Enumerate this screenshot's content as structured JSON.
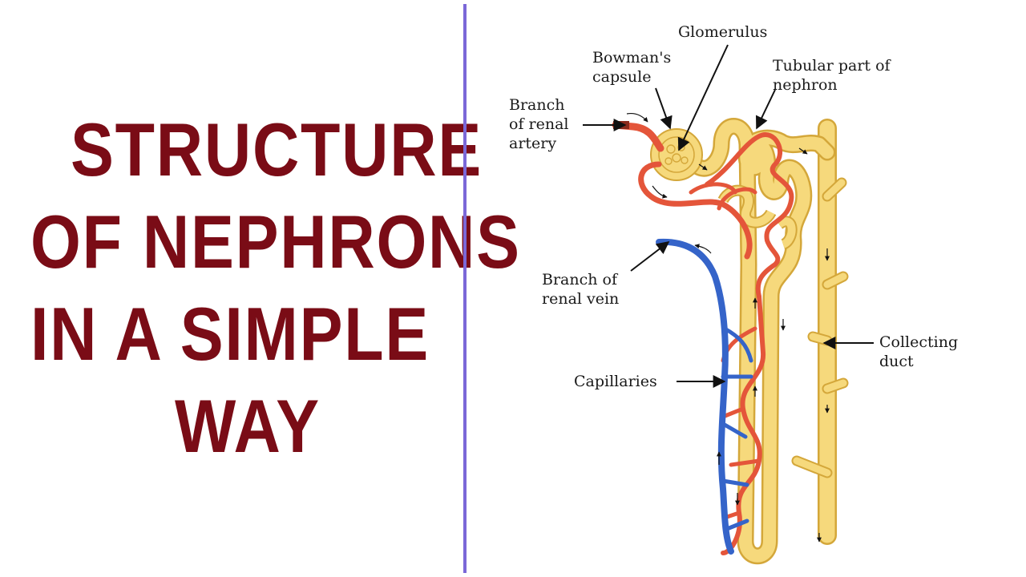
{
  "title": {
    "lines": [
      "STRUCTURE",
      "OF NEPHRONS",
      "IN A SIMPLE",
      "WAY"
    ],
    "color": "#7a0c16"
  },
  "divider_color": "#7b68d8",
  "diagram": {
    "labels": {
      "glomerulus": "Glomerulus",
      "bowmans_capsule": "Bowman's\ncapsule",
      "tubular_part": "Tubular part of\nnephron",
      "renal_artery": "Branch\nof renal\nartery",
      "renal_vein": "Branch of\nrenal vein",
      "capillaries": "Capillaries",
      "collecting_duct": "Collecting\nduct"
    },
    "colors": {
      "tubule": "#f6d97c",
      "tubule_edge": "#d4a73a",
      "artery": "#e4553a",
      "vein": "#3564c9",
      "pointer": "#111111"
    }
  }
}
